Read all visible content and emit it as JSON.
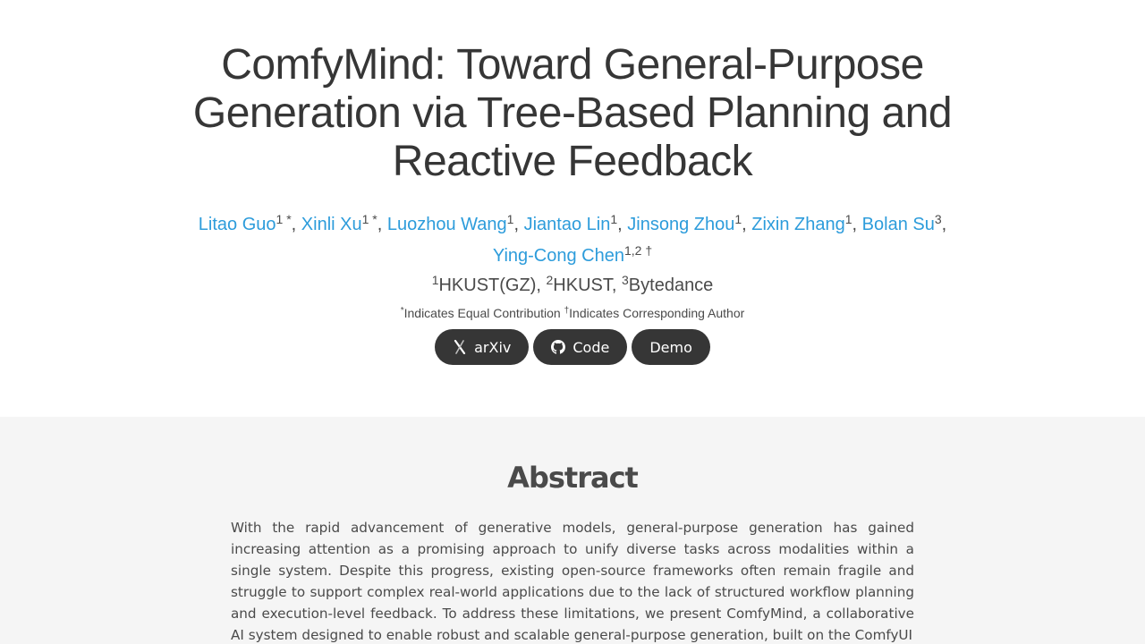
{
  "paper": {
    "title": "ComfyMind: Toward General-Purpose Generation via Tree-Based Planning and Reactive Feedback",
    "authors": [
      {
        "name": "Litao Guo",
        "sup": "1 *"
      },
      {
        "name": "Xinli Xu",
        "sup": "1 *"
      },
      {
        "name": "Luozhou Wang",
        "sup": "1"
      },
      {
        "name": "Jiantao Lin",
        "sup": "1"
      },
      {
        "name": "Jinsong Zhou",
        "sup": "1"
      },
      {
        "name": "Zixin Zhang",
        "sup": "1"
      },
      {
        "name": "Bolan Su",
        "sup": "3"
      },
      {
        "name": "Ying-Cong Chen",
        "sup": "1,2 †"
      }
    ],
    "affiliations": [
      {
        "sup": "1",
        "name": "HKUST(GZ)"
      },
      {
        "sup": "2",
        "name": "HKUST"
      },
      {
        "sup": "3",
        "name": "Bytedance"
      }
    ],
    "notes": {
      "equal_mark": "*",
      "equal_text": "Indicates Equal Contribution",
      "corr_mark": "†",
      "corr_text": "Indicates Corresponding Author"
    }
  },
  "links": [
    {
      "label": "arXiv",
      "icon": "arxiv-icon"
    },
    {
      "label": "Code",
      "icon": "github-icon"
    },
    {
      "label": "Demo",
      "icon": ""
    }
  ],
  "abstract": {
    "heading": "Abstract",
    "text": "With the rapid advancement of generative models, general-purpose generation has gained increasing attention as a promising approach to unify diverse tasks across modalities within a single system. Despite this progress, existing open-source frameworks often remain fragile and struggle to support complex real-world applications due to the lack of structured workflow planning and execution-level feedback. To address these limitations, we present ComfyMind, a collaborative AI system designed to enable robust and scalable general-purpose generation, built on the ComfyUI"
  },
  "colors": {
    "link": "#2d9cdb",
    "button_bg": "#363636",
    "title": "#363636",
    "section_bg": "#f5f5f5"
  }
}
